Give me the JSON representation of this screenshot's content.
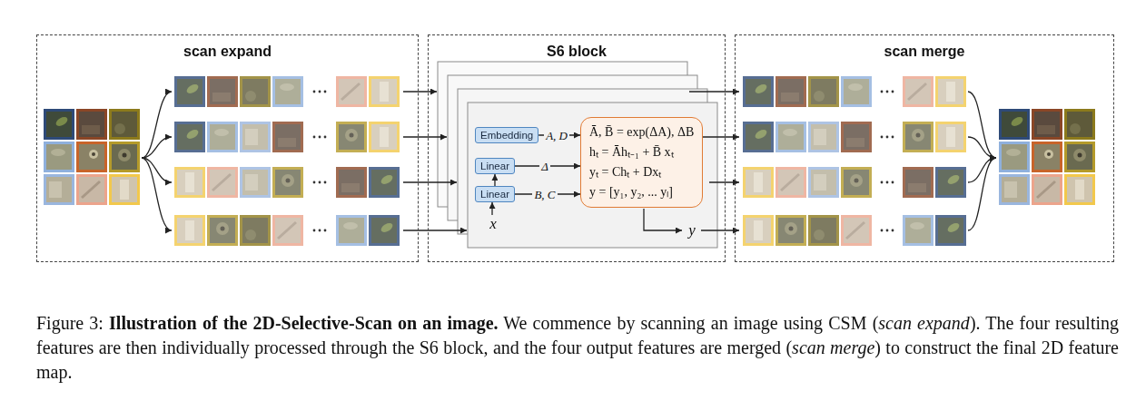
{
  "diagram": {
    "caption": "Figure 3: Illustration of the 2D-Selective-Scan on an image. We commence by scanning an image using CSM (scan expand). The four resulting features are then individually processed through the S6 block, and the four output features are merged (scan merge) to construct the final 2D feature map.",
    "nodes": [
      {
        "text": [
          "scan expand"
        ]
      },
      {
        "text": [
          "S6 block"
        ]
      },
      {
        "text": [
          "Embedding"
        ],
        "in": 1
      },
      {
        "text": [
          "Linear"
        ],
        "in": 1
      },
      {
        "text": [
          "Linear"
        ],
        "in": 1
      },
      {
        "text": [
          "Ā, B̄ = exp(ΔA), ΔB",
          "hₜ = Āhₜ₋₁ + B̄ xₜ",
          "yₜ = Chₜ + Dxₜ",
          "y = [y₁, y₂, ... yₗ]"
        ],
        "in": 1
      },
      {
        "text": [
          "scan merge"
        ]
      }
    ],
    "edges": [
      {
        "from": 2,
        "to": 5,
        "label": "A, D",
        "arrow": "to"
      },
      {
        "from": 3,
        "to": 5,
        "label": "Δ",
        "arrow": "to"
      },
      {
        "from": 4,
        "to": 5,
        "label": "B, C",
        "arrow": "to"
      },
      {
        "from": 4,
        "to": 3,
        "arrow": "to"
      }
    ],
    "labels": [
      "x",
      "y"
    ]
  }
}
